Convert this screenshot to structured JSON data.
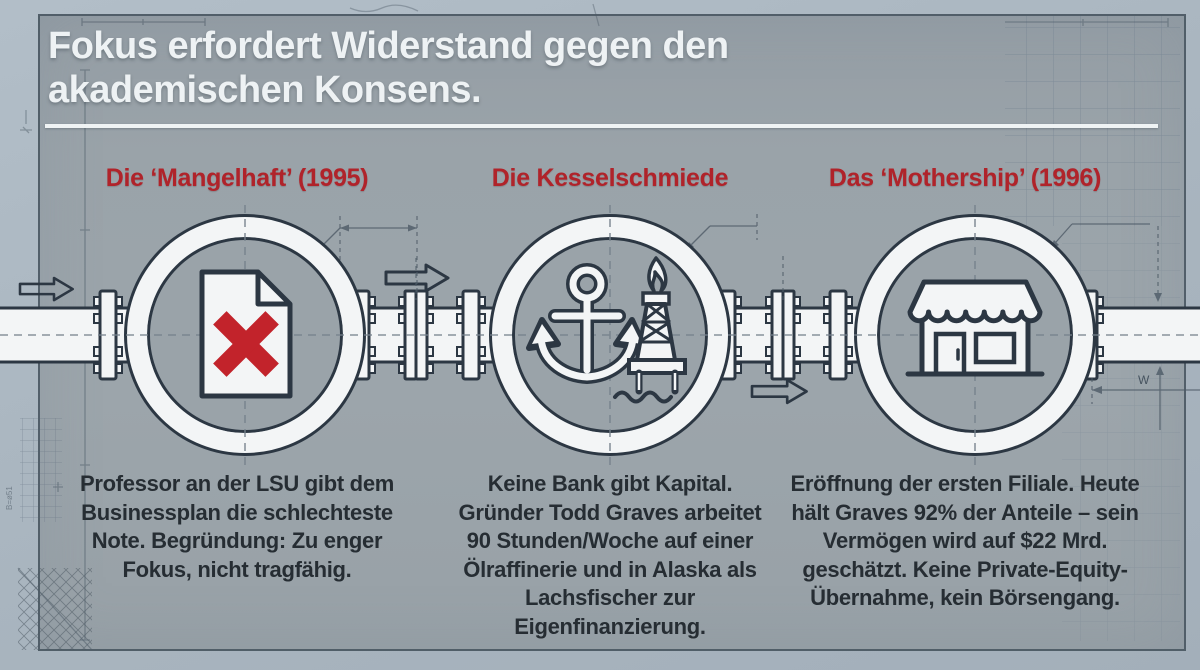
{
  "title": {
    "line1": "Fokus erfordert Widerstand gegen den",
    "line2": "akademischen Konsens."
  },
  "sections": [
    {
      "heading": "Die ‘Mangelhaft’ (1995)",
      "icon": "rejected-document-icon",
      "body": "Professor an der LSU gibt dem Businessplan die schlechteste Note. Begründung: Zu enger Fokus, nicht tragfähig."
    },
    {
      "heading": "Die Kesselschmiede",
      "icon": "anchor-oil-rig-icon",
      "body": "Keine Bank gibt Kapital. Gründer Todd Graves arbeitet 90 Stunden/Woche auf einer Ölraffinerie und in Alaska als Lachsfischer zur Eigenfinanzierung."
    },
    {
      "heading": "Das ‘Mothership’ (1996)",
      "icon": "storefront-icon",
      "body": "Eröffnung der ersten Filiale. Heute hält Graves 92% der Anteile – sein Vermögen wird auf $22 Mrd. geschätzt. Keine Private-Equity-Übernahme, kein Börsengang."
    }
  ],
  "annotations": {
    "w_label": "W",
    "ruler_label": "B=ø51"
  },
  "colors": {
    "accent_red": "#b0232a",
    "cross_red": "#c2232b",
    "ink": "#2c3743",
    "paper": "#f3f5f6",
    "panel_bg": "#9aa3a9",
    "margin_bg": "#aab6c0",
    "title_white": "#eef2f4",
    "body_text": "#262d33"
  }
}
